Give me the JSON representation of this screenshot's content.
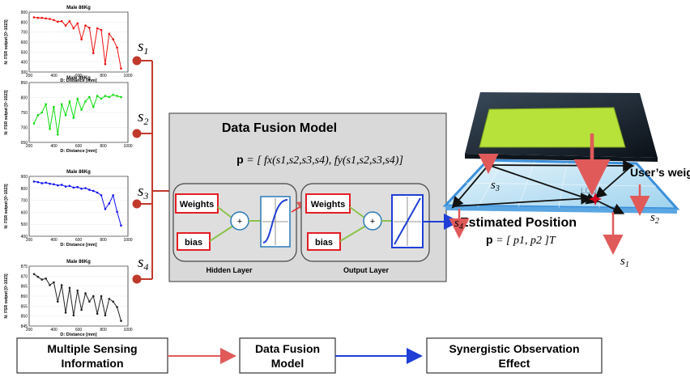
{
  "charts": [
    {
      "title": "Male 86Kg",
      "xlabel": "D: Distance [mm]",
      "ylabel": "N: FSR output [0~1023]",
      "xticks": [
        "200",
        "400",
        "600",
        "800",
        "1000"
      ],
      "yticks": [
        "900",
        "800",
        "700",
        "600",
        "500",
        "400",
        "300"
      ],
      "color": "#ee1111",
      "signal": "s1"
    },
    {
      "title": "Male 86Kg",
      "xlabel": "D: Distance [mm]",
      "ylabel": "N: FSR output [0~1023]",
      "xticks": [
        "200",
        "400",
        "600",
        "800",
        "1000"
      ],
      "yticks": [
        "850",
        "800",
        "750",
        "700",
        "650"
      ],
      "color": "#11dd11",
      "signal": "s2"
    },
    {
      "title": "Male 86Kg",
      "xlabel": "D: Distance [mm]",
      "ylabel": "N: FSR output [0~1023]",
      "xticks": [
        "200",
        "400",
        "600",
        "800",
        "1000"
      ],
      "yticks": [
        "900",
        "800",
        "700",
        "600",
        "500",
        "400"
      ],
      "color": "#1111ee",
      "signal": "s3"
    },
    {
      "title": "Male 86Kg",
      "xlabel": "D: Distance [mm]",
      "ylabel": "N: FSR output [0~1023]",
      "xticks": [
        "200",
        "400",
        "600",
        "800",
        "1000"
      ],
      "yticks": [
        "875",
        "870",
        "865",
        "860",
        "855",
        "850",
        "845"
      ],
      "color": "#222222",
      "signal": "s4"
    }
  ],
  "signals": {
    "s1": {
      "base": "s",
      "sub": "1"
    },
    "s2": {
      "base": "s",
      "sub": "2"
    },
    "s3": {
      "base": "s",
      "sub": "3"
    },
    "s4": {
      "base": "s",
      "sub": "4"
    }
  },
  "fusion": {
    "title": "Data Fusion Model",
    "eq_bold": "p",
    "eq_text": "= [ fx(s1,s2,s3,s4), fy(s1,s2,s3,s4)]",
    "hidden_layer": {
      "label": "Hidden Layer",
      "weights": "Weights",
      "bias": "bias",
      "sum": "+"
    },
    "output_layer": {
      "label": "Output Layer",
      "weights": "Weights",
      "bias": "bias",
      "sum": "+"
    }
  },
  "estimate": {
    "title": "Estimated Position",
    "eq_bold": "p",
    "eq_text": "= [ p1, p2 ]T"
  },
  "platform": {
    "user_weight": "User’s weight",
    "lcd_label": "LCD",
    "sensor_labels": [
      "s3",
      "s4",
      "s2",
      "s1"
    ]
  },
  "flow": [
    {
      "line1": "Multiple Sensing",
      "line2": "Information"
    },
    {
      "line1": "Data Fusion",
      "line2": "Model"
    },
    {
      "line1": "Synergistic Observation",
      "line2": "Effect"
    }
  ],
  "colors": {
    "red": "#e05a5a",
    "connector": "#c0392b",
    "blue": "#1f3fd6",
    "green_screen": "#b6e23a",
    "panel_gray": "#d9d9d9"
  }
}
